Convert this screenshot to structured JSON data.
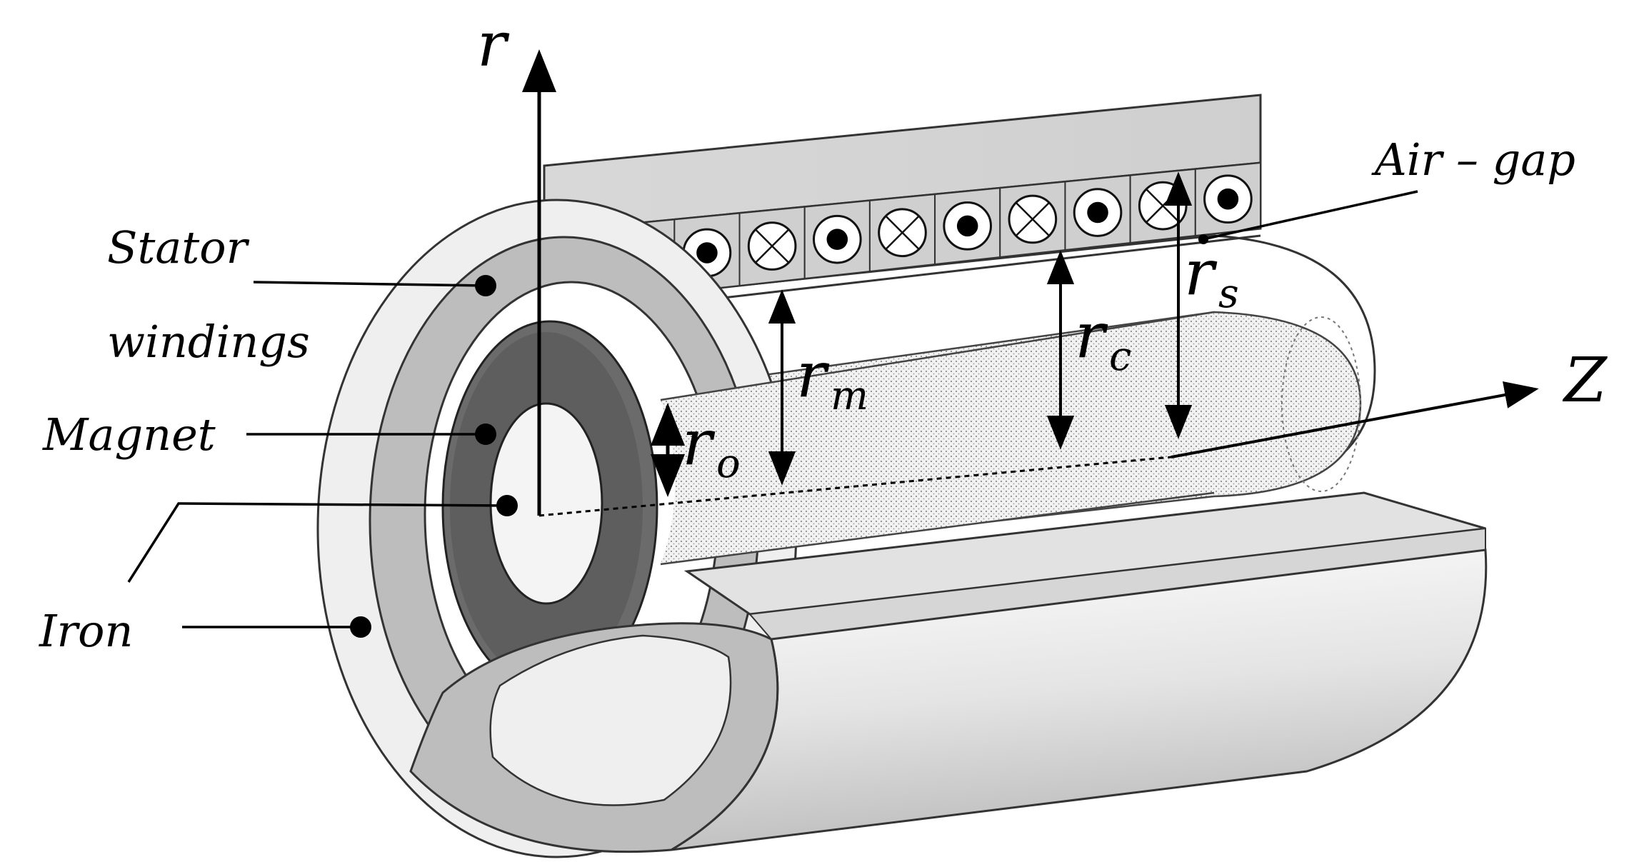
{
  "labels": {
    "stator_windings_line1": "Stator",
    "stator_windings_line2": "windings",
    "magnet": "Magnet",
    "iron": "Iron",
    "air_gap": "Air – gap"
  },
  "axes": {
    "r": "r",
    "z": "Z"
  },
  "radii": [
    {
      "symbol": "r",
      "subscript": "o"
    },
    {
      "symbol": "r",
      "subscript": "m"
    },
    {
      "symbol": "r",
      "subscript": "c"
    },
    {
      "symbol": "r",
      "subscript": "s"
    }
  ],
  "windings": [
    "dot",
    "cross",
    "dot",
    "cross",
    "dot",
    "cross",
    "dot",
    "cross",
    "dot",
    "cross",
    "dot"
  ]
}
